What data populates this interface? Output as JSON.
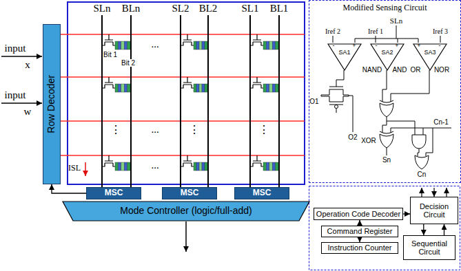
{
  "diagram": {
    "nodes": [
      {
        "text": [
          "Row Decoder"
        ]
      },
      {
        "text": [
          "MSC"
        ]
      },
      {
        "text": [
          "MSC"
        ]
      },
      {
        "text": [
          "MSC"
        ]
      },
      {
        "text": [
          "Mode Controller (logic/full-add)"
        ]
      },
      {
        "text": [
          "Modified Sensing Circuit"
        ]
      },
      {
        "text": [
          "SA1"
        ],
        "in": 5
      },
      {
        "text": [
          "SA2"
        ],
        "in": 5
      },
      {
        "text": [
          "SA3"
        ],
        "in": 5
      },
      {
        "text": [
          "Operation Code Decoder"
        ]
      },
      {
        "text": [
          "Command Register"
        ]
      },
      {
        "text": [
          "Instruction Counter"
        ]
      },
      {
        "text": [
          "Decision Circuit"
        ]
      },
      {
        "text": [
          "Sequential Circuit"
        ]
      }
    ],
    "edges": [
      {
        "from": 1,
        "to": 0,
        "arrow": "to"
      },
      {
        "from": 10,
        "to": 9,
        "arrow": "to"
      },
      {
        "from": 10,
        "to": 11,
        "arrow": "to"
      },
      {
        "from": 9,
        "to": 12,
        "arrow": "to"
      },
      {
        "from": 12,
        "to": 13,
        "arrow": "to"
      },
      {
        "from": 13,
        "to": 12,
        "arrow": "to"
      }
    ],
    "labels": [
      "input",
      "x",
      "input",
      "w",
      "SLn",
      "BLn",
      "SL2",
      "BL2",
      "SL1",
      "BL1",
      "Bit 1",
      "Bit 2",
      "...",
      "...",
      "...",
      "⋮",
      "⋮",
      "⋮",
      "ISL",
      "SLn",
      "Iref 2",
      "Iref 1",
      "Iref 3",
      "-",
      "+",
      "-",
      "+",
      "+",
      "-",
      "NAND",
      "AND",
      "OR",
      "NOR",
      "O1",
      "O2",
      "Cn-1",
      "XOR",
      "Sn",
      "Cn"
    ]
  }
}
